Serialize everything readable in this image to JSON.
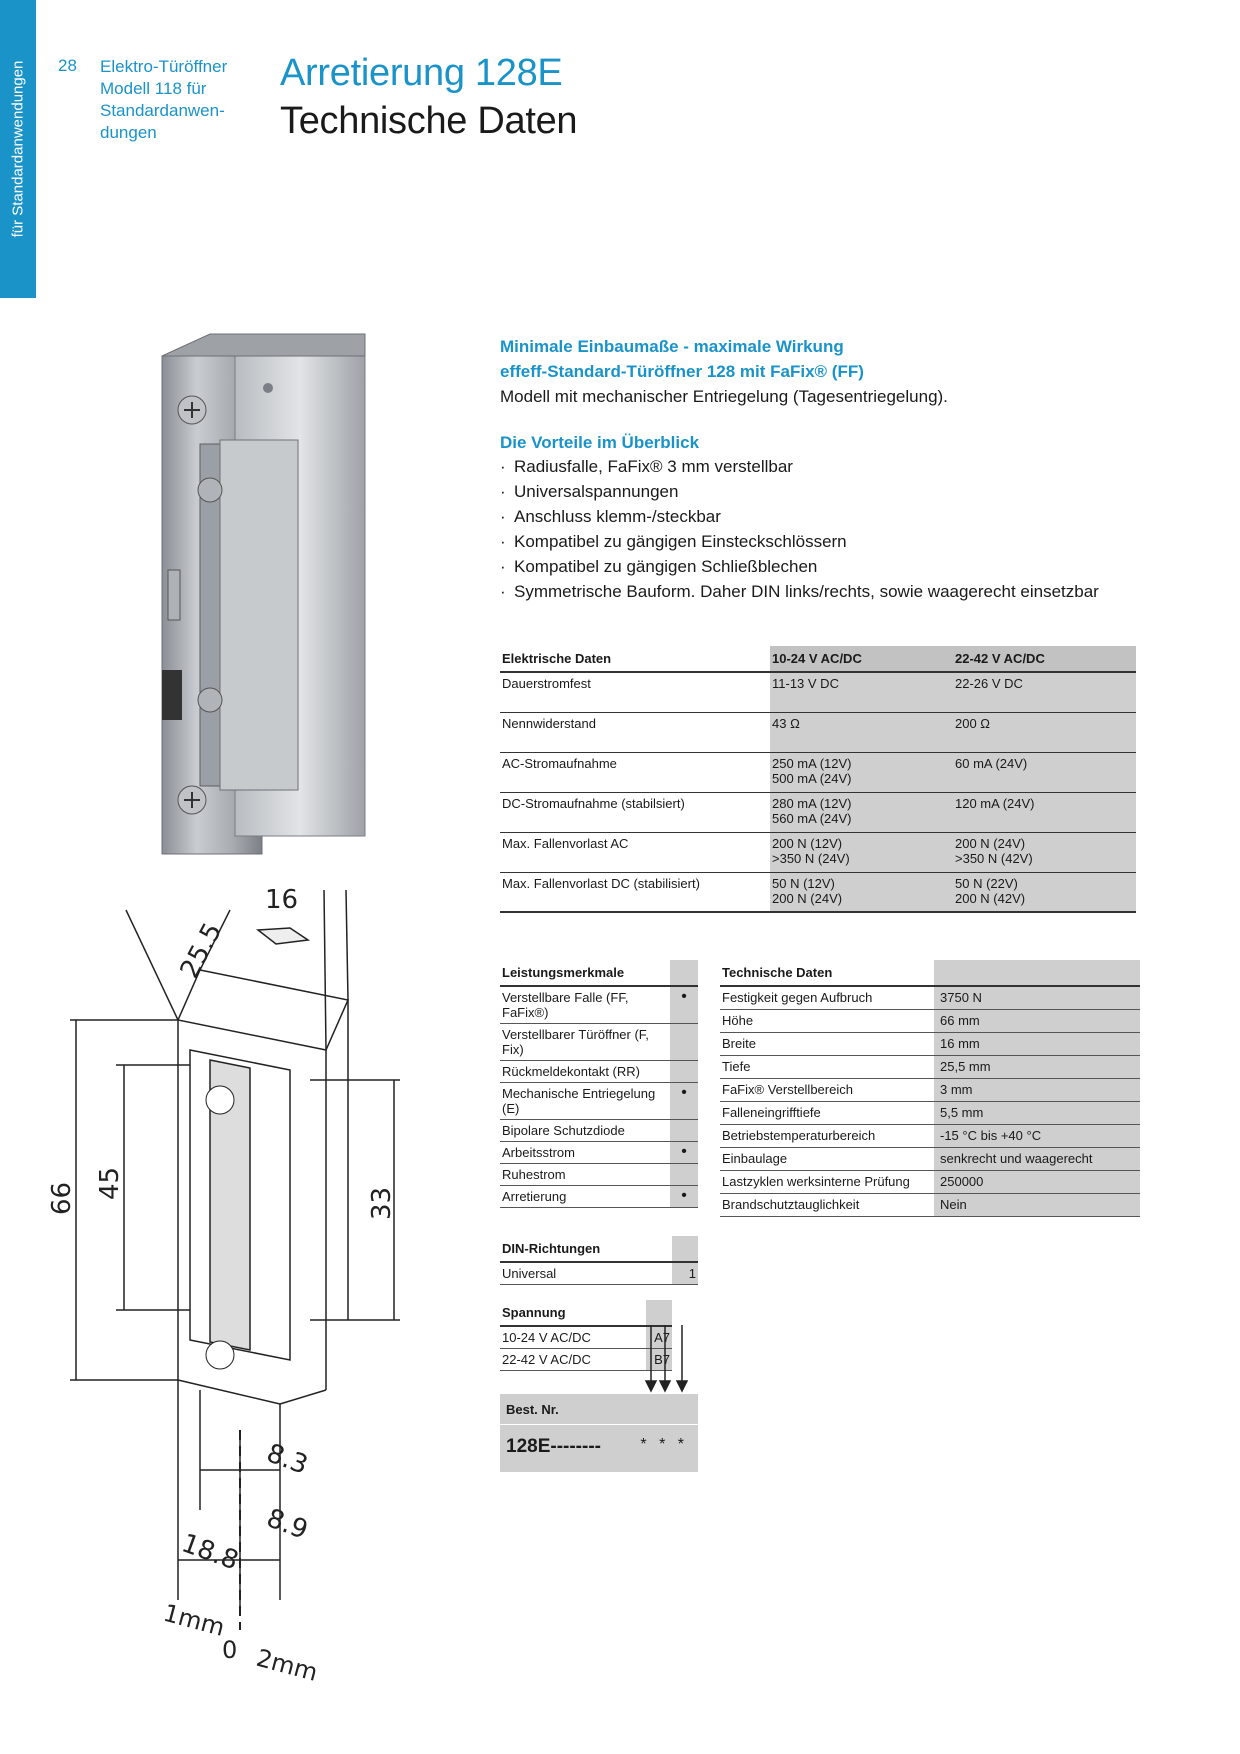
{
  "sidebar": {
    "label": "für Standardanwendungen"
  },
  "header": {
    "page_number": "28",
    "section": "Elektro-Türöffner Modell 118 für Standardanwen- dungen",
    "title": "Arretierung 128E",
    "subtitle": "Technische Daten"
  },
  "intro": {
    "headline1": "Minimale Einbaumaße - maximale Wirkung",
    "headline2": "effeff-Standard-Türöffner 128 mit FaFix® (FF)",
    "text": "Modell mit mechanischer Entriegelung (Tagesentriegelung)."
  },
  "benefits": {
    "title": "Die Vorteile im Überblick",
    "items": [
      "Radiusfalle, FaFix® 3 mm verstellbar",
      "Universalspannungen",
      "Anschluss klemm-/steckbar",
      "Kompatibel zu gängigen Einsteckschlössern",
      "Kompatibel zu gängigen Schließblechen",
      "Symmetrische Bauform. Daher DIN links/rechts, sowie waagerecht einsetzbar"
    ]
  },
  "electrical": {
    "headers": [
      "Elektrische Daten",
      "10-24 V AC/DC",
      "22-42 V AC/DC"
    ],
    "rows": [
      {
        "label": "Dauerstromfest",
        "v1": "11-13 V DC",
        "v1b": "",
        "v2": "22-26 V DC",
        "v2b": ""
      },
      {
        "label": "Nennwiderstand",
        "v1": "43 Ω",
        "v1b": "",
        "v2": "200 Ω",
        "v2b": ""
      },
      {
        "label": "AC-Stromaufnahme",
        "v1": "250 mA (12V)",
        "v1b": "500 mA (24V)",
        "v2": "60 mA (24V)",
        "v2b": ""
      },
      {
        "label": "DC-Stromaufnahme (stabilsiert)",
        "v1": "280 mA (12V)",
        "v1b": "560 mA (24V)",
        "v2": "120 mA (24V)",
        "v2b": ""
      },
      {
        "label": "Max. Fallenvorlast AC",
        "v1": "200 N (12V)",
        "v1b": ">350 N (24V)",
        "v2": "200 N (24V)",
        "v2b": ">350 N (42V)"
      },
      {
        "label": "Max. Fallenvorlast DC (stabilisiert)",
        "v1": "50 N (12V)",
        "v1b": "200 N (24V)",
        "v2": "50 N (22V)",
        "v2b": "200 N (42V)"
      }
    ]
  },
  "features": {
    "header": "Leistungsmerkmale",
    "rows": [
      {
        "label": "Verstellbare Falle (FF, FaFix®)",
        "mark": "•"
      },
      {
        "label": "Verstellbarer Türöffner (F, Fix)",
        "mark": ""
      },
      {
        "label": "Rückmeldekontakt (RR)",
        "mark": ""
      },
      {
        "label": "Mechanische Entriegelung (E)",
        "mark": "•"
      },
      {
        "label": "Bipolare Schutzdiode",
        "mark": ""
      },
      {
        "label": "Arbeitsstrom",
        "mark": "•"
      },
      {
        "label": "Ruhestrom",
        "mark": ""
      },
      {
        "label": "Arretierung",
        "mark": "•"
      }
    ]
  },
  "technical": {
    "header": "Technische Daten",
    "rows": [
      {
        "label": "Festigkeit gegen Aufbruch",
        "value": "3750 N"
      },
      {
        "label": "Höhe",
        "value": "66 mm"
      },
      {
        "label": "Breite",
        "value": "16 mm"
      },
      {
        "label": "Tiefe",
        "value": "25,5 mm"
      },
      {
        "label": "FaFix® Verstellbereich",
        "value": "3 mm"
      },
      {
        "label": "Falleneingrifftiefe",
        "value": "5,5 mm"
      },
      {
        "label": "Betriebstemperaturbereich",
        "value": "-15 °C bis +40 °C"
      },
      {
        "label": "Einbaulage",
        "value": "senkrecht und waagerecht"
      },
      {
        "label": "Lastzyklen werksinterne Prüfung",
        "value": "250000"
      },
      {
        "label": "Brandschutztauglichkeit",
        "value": "Nein"
      }
    ]
  },
  "din": {
    "header": "DIN-Richtungen",
    "rows": [
      {
        "label": "Universal",
        "code": "1"
      }
    ]
  },
  "voltage": {
    "header": "Spannung",
    "rows": [
      {
        "label": "10-24 V AC/DC",
        "code": "A7"
      },
      {
        "label": "22-42 V AC/DC",
        "code": "B7"
      }
    ]
  },
  "order": {
    "label": "Best. Nr.",
    "code": "128E--------",
    "stars": "* * *"
  },
  "drawing": {
    "dim_depth": "25.5",
    "dim_width": "16",
    "dim_66": "66",
    "dim_45": "45",
    "dim_33": "33",
    "dim_83": "8.3",
    "dim_89": "8.9",
    "dim_188": "18.8",
    "scale_left": "1mm",
    "scale_zero": "0",
    "scale_right": "2mm"
  }
}
